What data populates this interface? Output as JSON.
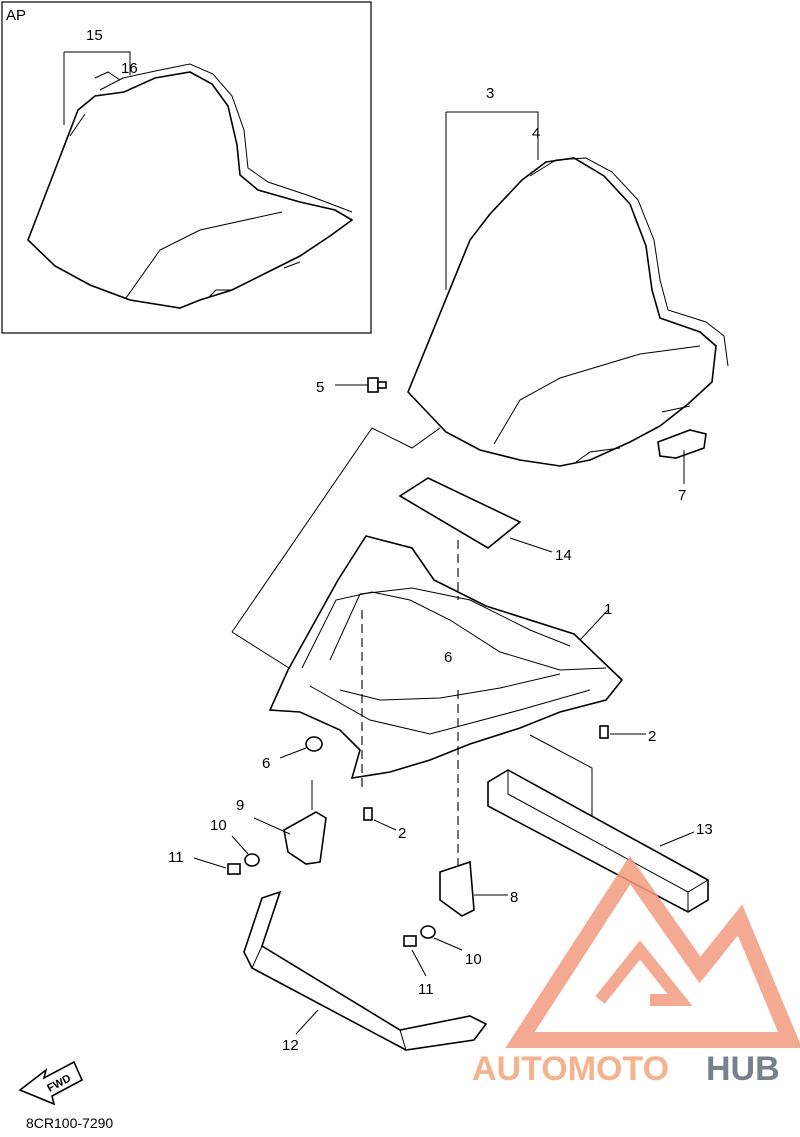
{
  "inset": {
    "title": "AP"
  },
  "labels": {
    "p1": "1",
    "p2a": "2",
    "p2b": "2",
    "p3": "3",
    "p4": "4",
    "p5": "5",
    "p6a": "6",
    "p6b": "6",
    "p7": "7",
    "p8": "8",
    "p9": "9",
    "p10a": "10",
    "p10b": "10",
    "p11a": "11",
    "p11b": "11",
    "p12": "12",
    "p13": "13",
    "p14": "14",
    "p15": "15",
    "p16": "16"
  },
  "fwd_arrow": {
    "text": "FWD"
  },
  "diagram_code": "8CR100-7290",
  "watermark": {
    "brand_part1": "AUTOMOTO",
    "brand_part2": "HUB",
    "color_primary": "#f39b7f",
    "color_secondary": "#f6c77a",
    "color_dark": "#5d6d7a"
  }
}
